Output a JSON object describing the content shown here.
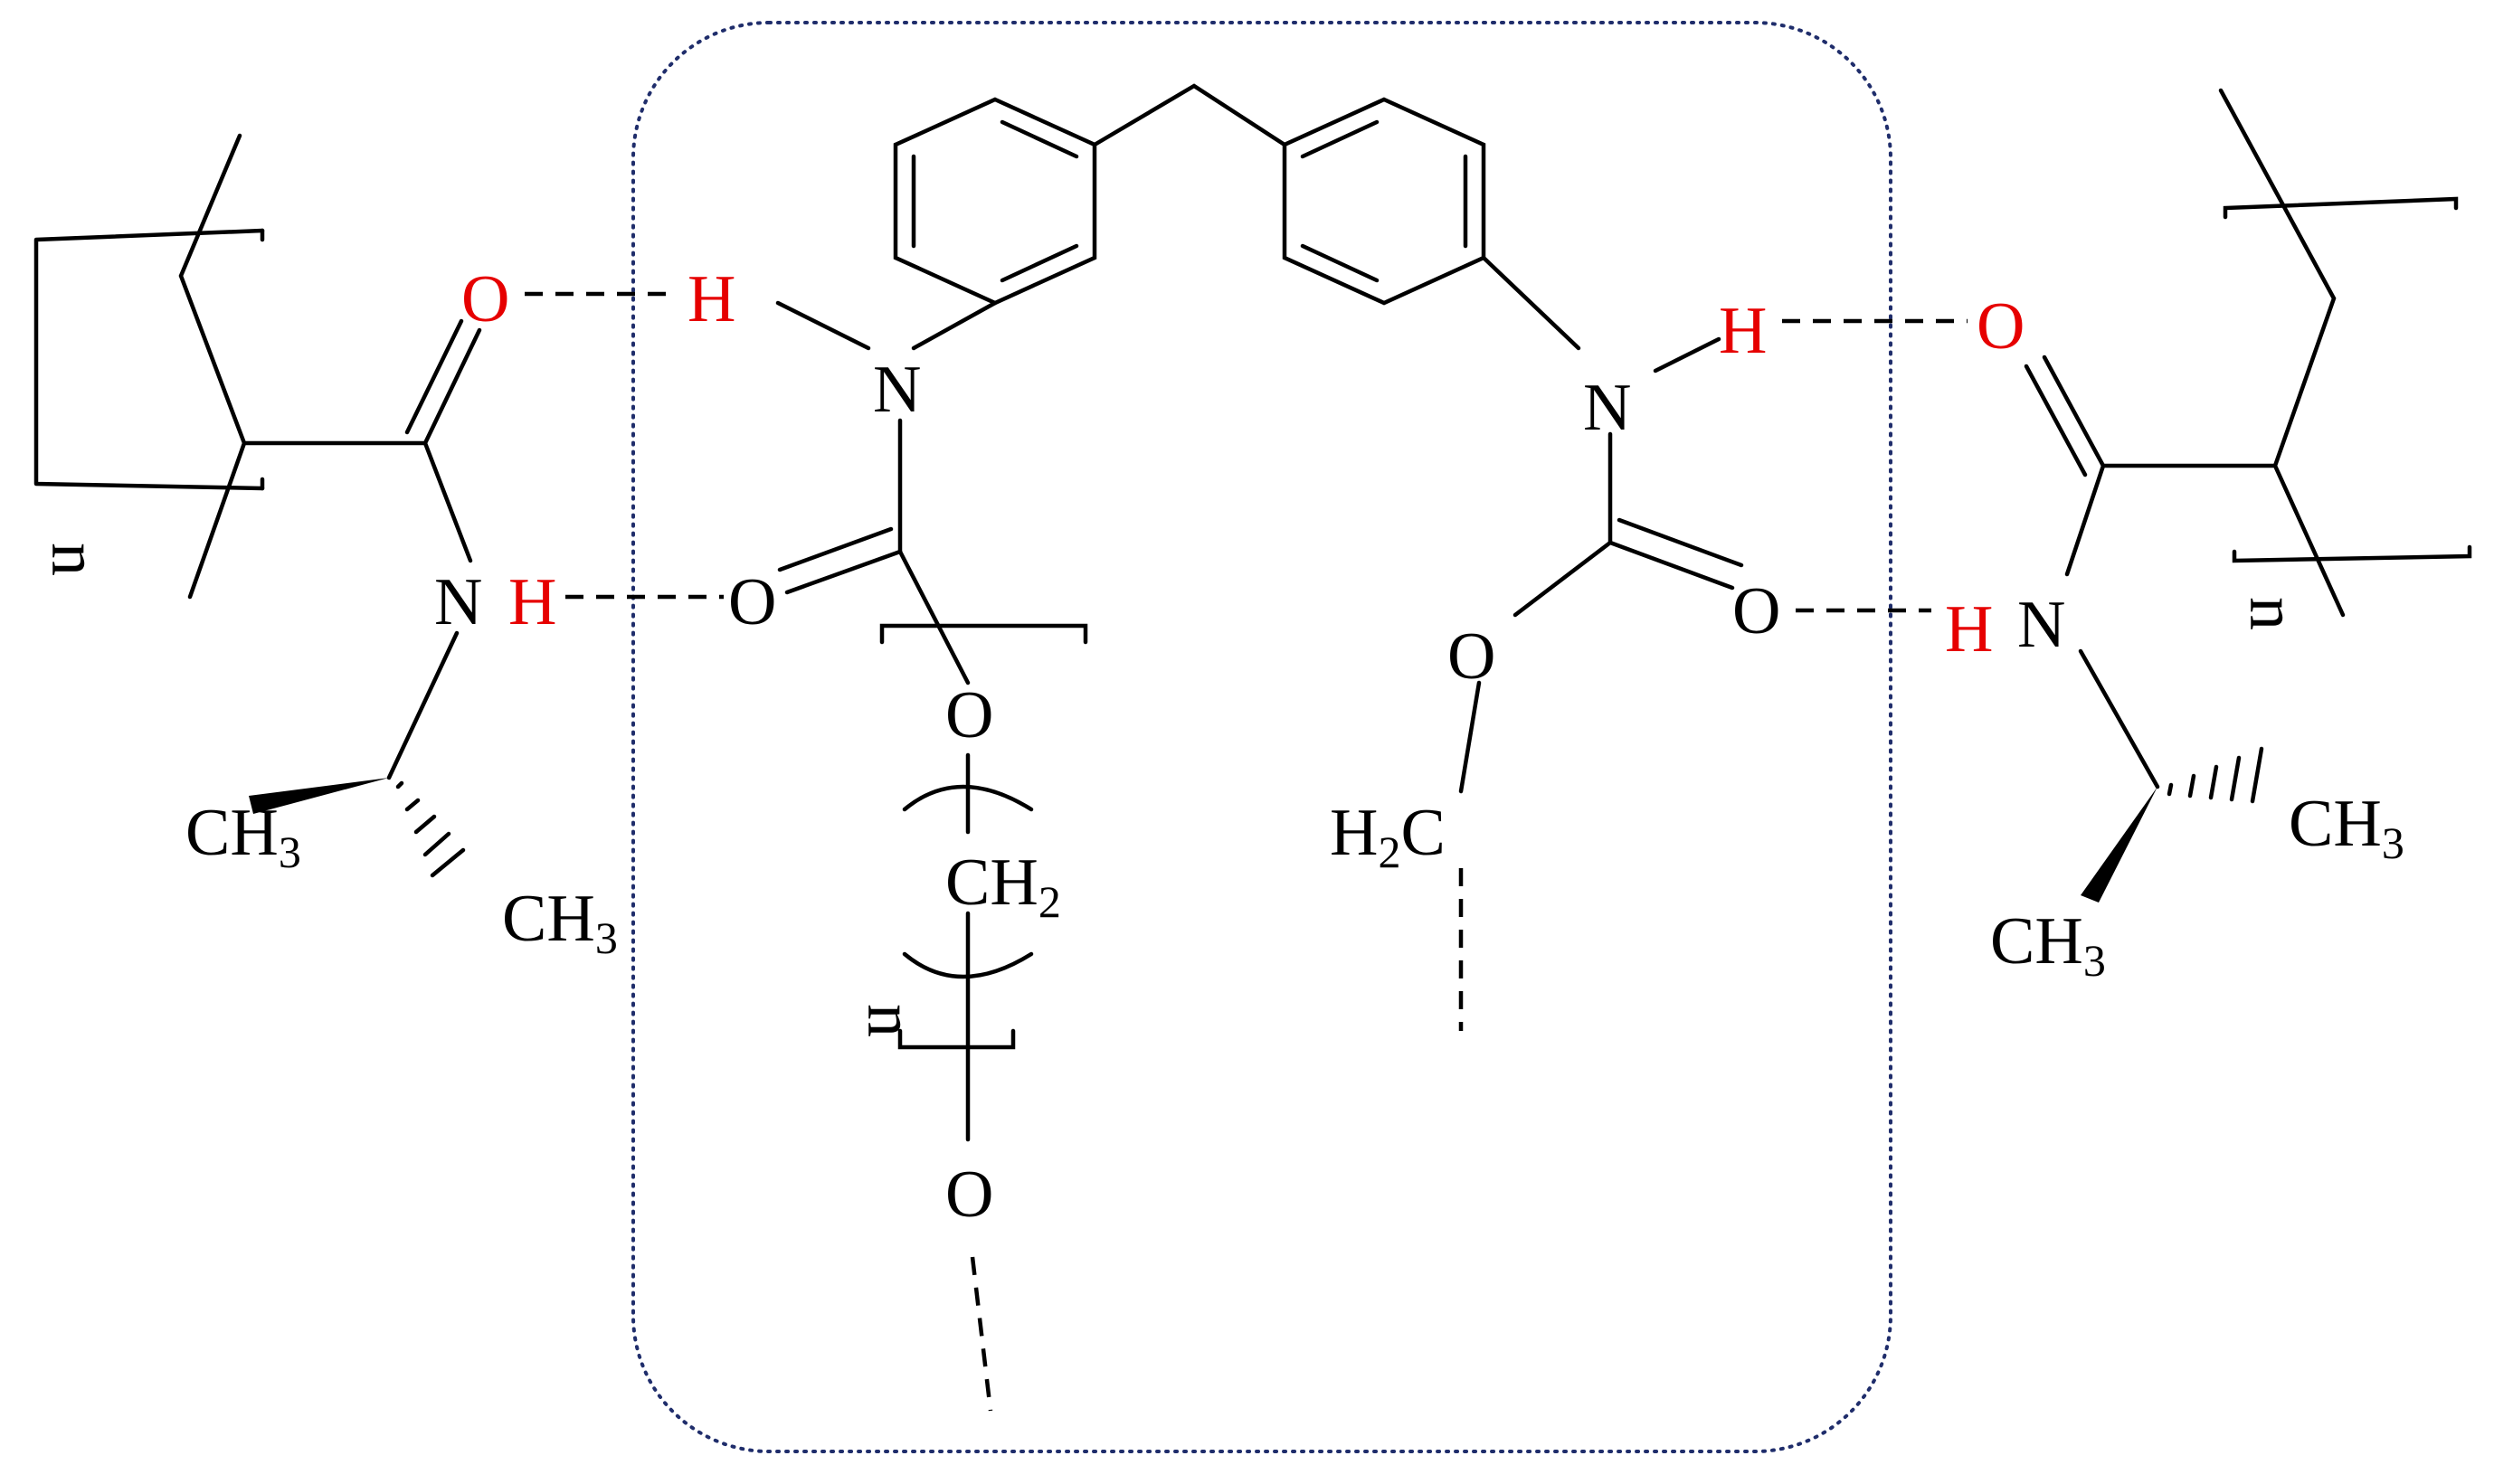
{
  "colors": {
    "bond": "#000000",
    "hbond_atom": "#e60000",
    "box_outline": "#1f2d6b",
    "background": "#ffffff"
  },
  "atoms": {
    "oxygen": "O",
    "nitrogen": "N",
    "hydrogen": "H",
    "methyl": "CH",
    "methylene_c": "C",
    "methylene_h": "H",
    "subscript_2": "2",
    "subscript_3": "3",
    "repeat_n": "n"
  }
}
